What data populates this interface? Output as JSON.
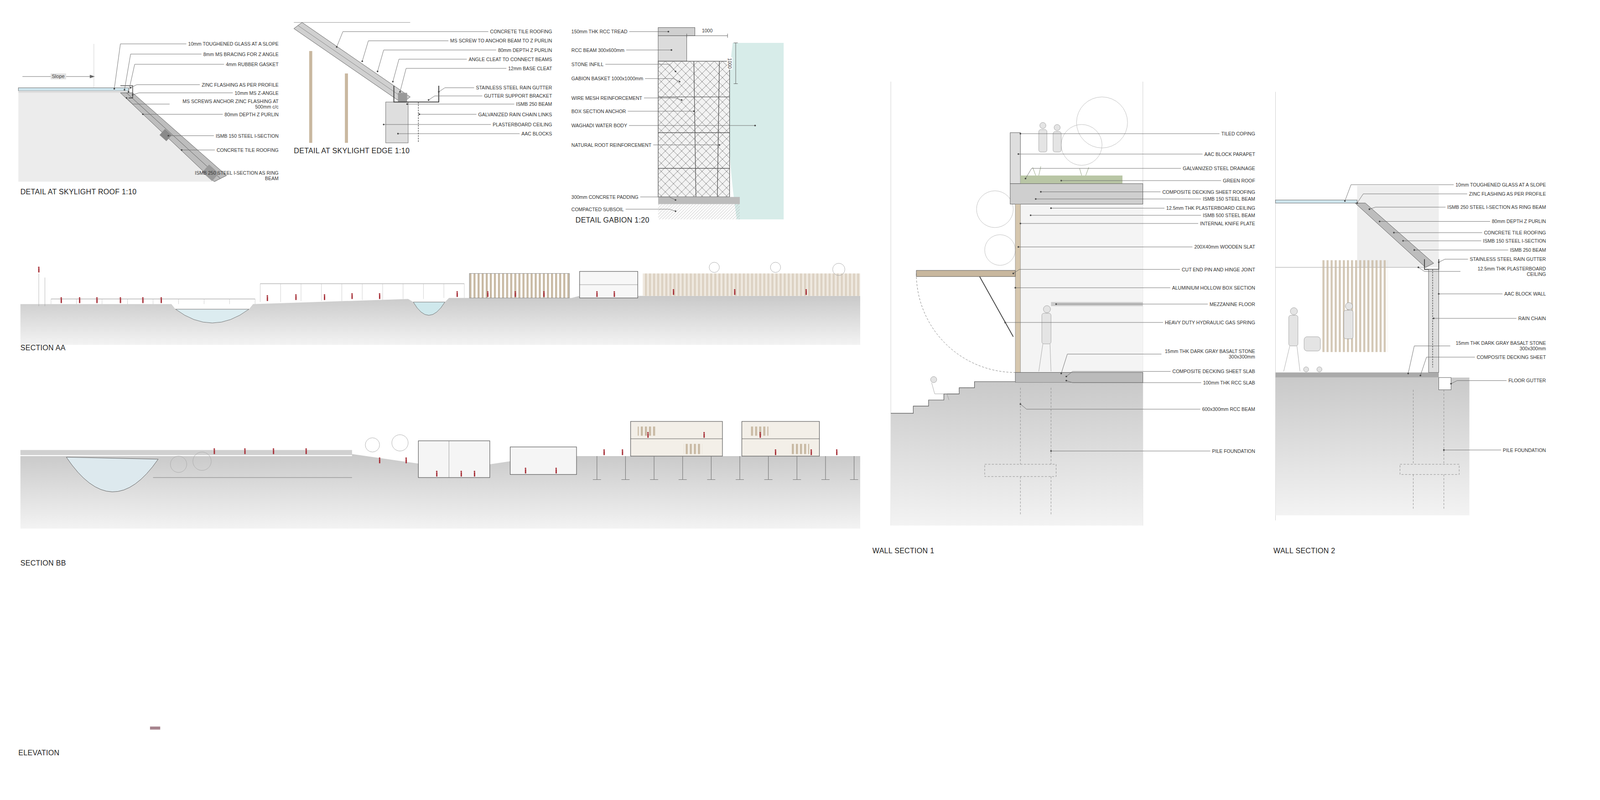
{
  "diagram": {
    "labels": [
      "10mm TOUGHENED GLASS AT A SLOPE",
      "8mm MS BRACING FOR Z ANGLE",
      "4mm RUBBER GASKET",
      "ZINC FLASHING AS PER PROFILE",
      "10mm MS Z-ANGLE",
      "MS SCREWS ANCHOR ZINC FLASHING AT 500mm c/c",
      "80mm DEPTH Z PURLIN",
      "ISMB 150 STEEL I-SECTION",
      "CONCRETE TILE ROOFING",
      "ISMB 250 STEEL I-SECTION AS RING BEAM",
      "Slope",
      "DETAIL AT SKYLIGHT ROOF 1:10",
      "CONCRETE TILE ROOFING",
      "MS SCREW TO ANCHOR BEAM TO Z PURLIN",
      "80mm DEPTH Z PURLIN",
      "ANGLE CLEAT TO CONNECT BEAMS",
      "12mm BASE CLEAT",
      "STAINLESS STEEL RAIN GUTTER",
      "GUTTER SUPPORT BRACKET",
      "ISMB 250 BEAM",
      "GALVANIZED RAIN CHAIN LINKS",
      "PLASTERBOARD CEILING",
      "AAC BLOCKS",
      "DETAIL AT SKYLIGHT EDGE 1:10",
      "150mm THK RCC TREAD",
      "RCC BEAM 300x600mm",
      "STONE INFILL",
      "GABION BASKET 1000x1000mm",
      "WIRE MESH REINFORCEMENT",
      "BOX SECTION ANCHOR",
      "WAGHADI WATER BODY",
      "NATURAL ROOT REINFORCEMENT",
      "300mm CONCRETE PADDING",
      "COMPACTED SUBSOIL",
      "DETAIL GABION 1:20",
      "1000",
      "1000",
      "SECTION AA",
      "SECTION BB",
      "ELEVATION",
      "TILED COPING",
      "AAC BLOCK PARAPET",
      "GALVANIZED STEEL DRAINAGE",
      "GREEN ROOF",
      "COMPOSITE DECKING SHEET ROOFING",
      "ISMB 150 STEEL BEAM",
      "12.5mm THK PLASTERBOARD CEILING",
      "ISMB 500 STEEL BEAM",
      "INTERNAL KNIFE PLATE",
      "200X40mm WOODEN SLAT",
      "CUT END PIN AND HINGE JOINT",
      "ALUMINIUM HOLLOW BOX SECTION",
      "MEZZANINE FLOOR",
      "HEAVY DUTY HYDRAULIC GAS SPRING",
      "15mm THK DARK GRAY BASALT STONE 300x300mm",
      "COMPOSITE DECKING SHEET SLAB",
      "100mm THK RCC SLAB",
      "600x300mm RCC BEAM",
      "PILE FOUNDATION",
      "WALL SECTION 1",
      "10mm TOUGHENED GLASS AT A SLOPE",
      "ZINC FLASHING AS PER PROFILE",
      "ISMB 250 STEEL I-SECTION AS RING BEAM",
      "80mm DEPTH Z PURLIN",
      "CONCRETE TILE ROOFING",
      "ISMB 150 STEEL I-SECTION",
      "ISMB 250 BEAM",
      "STAINLESS STEEL RAIN GUTTER",
      "12.5mm THK PLASTERBOARD CEILING",
      "AAC BLOCK WALL",
      "RAIN CHAIN",
      "15mm THK DARK GRAY BASALT STONE 300x300mm",
      "COMPOSITE DECKING SHEET",
      "FLOOR GUTTER",
      "PILE FOUNDATION",
      "WALL SECTION 2"
    ]
  }
}
